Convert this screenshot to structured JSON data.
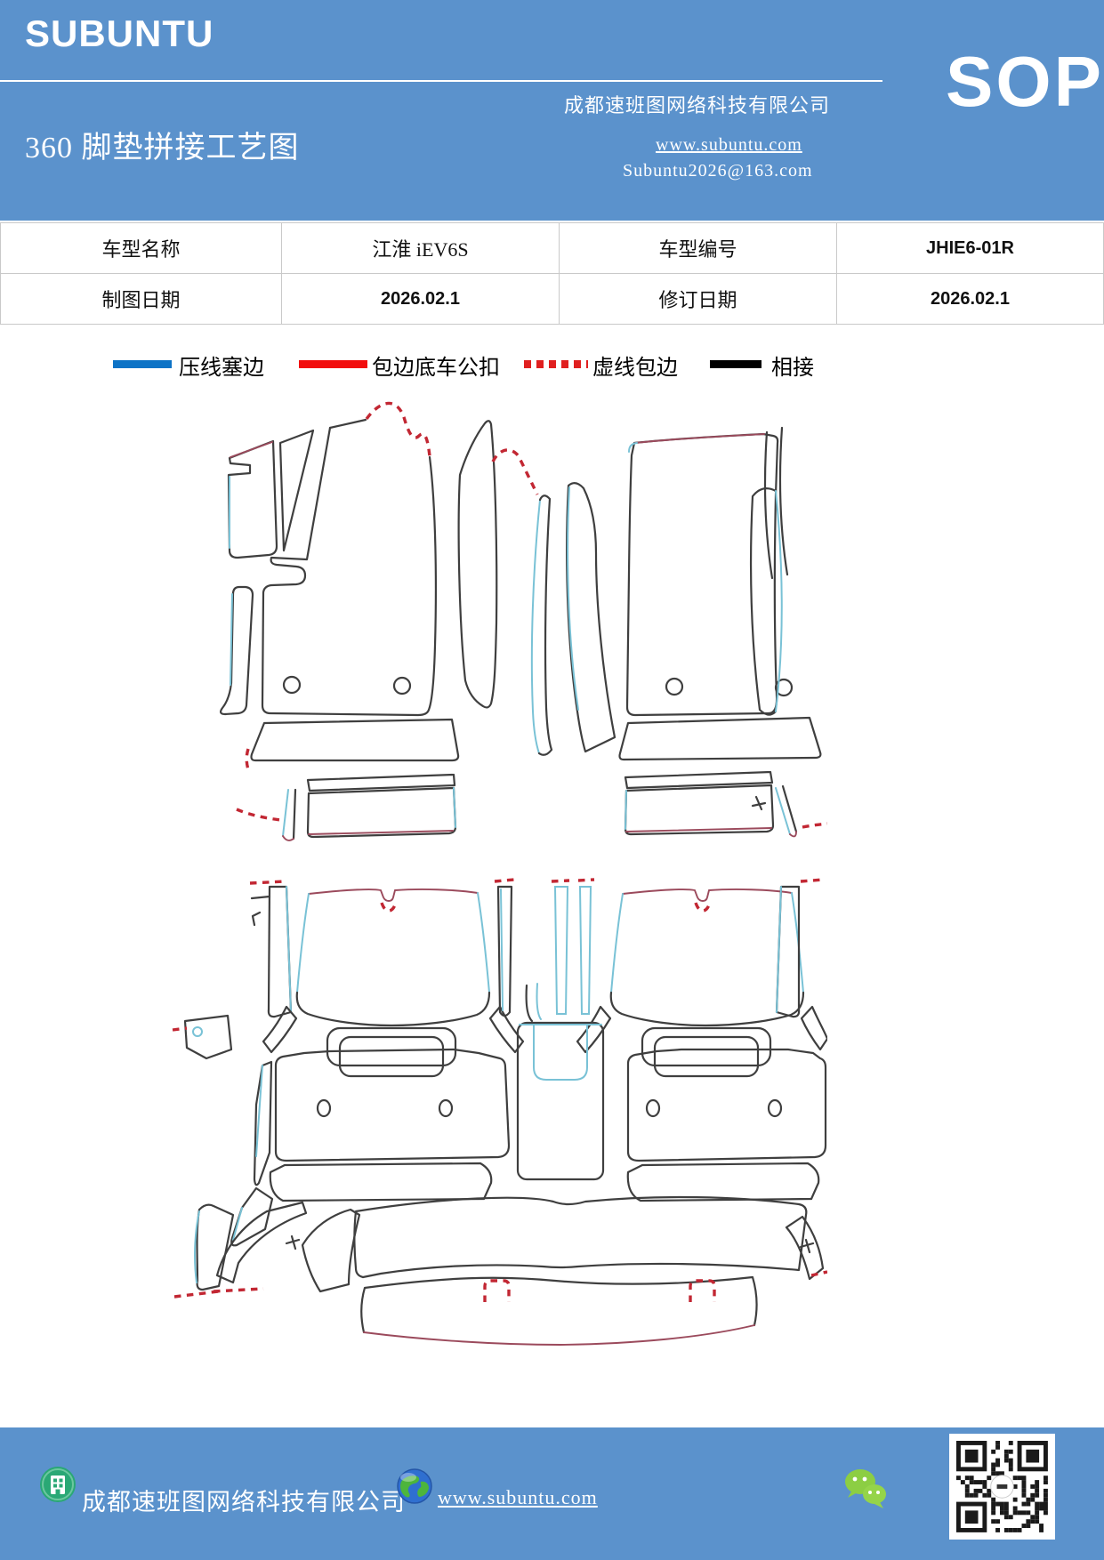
{
  "header": {
    "logo": "SUBUNTU",
    "company": "成都速班图网络科技有限公司",
    "badge": "SOP",
    "title": "360 脚垫拼接工艺图",
    "website": "www.subuntu.com",
    "email": "Subuntu2026@163.com",
    "background_color": "#5b92cc"
  },
  "info_table": {
    "rows": [
      {
        "cells": [
          "车型名称",
          "江淮 iEV6S",
          "车型编号",
          "JHIE6-01R"
        ]
      },
      {
        "cells": [
          "制图日期",
          "2026.02.1",
          "修订日期",
          "2026.02.1"
        ]
      }
    ]
  },
  "legend": {
    "items": [
      {
        "label": "压线塞边",
        "color": "#0d73c6",
        "line_style": "solid"
      },
      {
        "label": "包边底车公扣",
        "color": "#f20d0d",
        "line_style": "solid"
      },
      {
        "label": "虚线包边",
        "color": "#e02020",
        "line_style": "dashed"
      },
      {
        "label": "相接",
        "color": "#000000",
        "line_style": "solid"
      }
    ]
  },
  "diagram": {
    "description": "360 car floor mat splicing pattern line drawing, front mats group (top) and rear mats group (bottom)",
    "stroke_colors": {
      "outline": "#3f3f3f",
      "edge_blue": "#79c2d6",
      "edge_dark_red": "#9b4a5c",
      "dashed_red": "#c22733"
    },
    "groups": [
      {
        "name": "front-left-mat",
        "fixing_holes": 2
      },
      {
        "name": "front-right-mat",
        "fixing_holes": 2
      },
      {
        "name": "rear-left-mat",
        "fixing_holes": 2
      },
      {
        "name": "rear-right-mat",
        "fixing_holes": 2
      }
    ]
  },
  "footer": {
    "company": "成都速班图网络科技有限公司",
    "website": "www.subuntu.com",
    "background_color": "#5b92cc",
    "icons": [
      "building-icon",
      "globe-icon",
      "wechat-icon",
      "qr-code"
    ]
  }
}
